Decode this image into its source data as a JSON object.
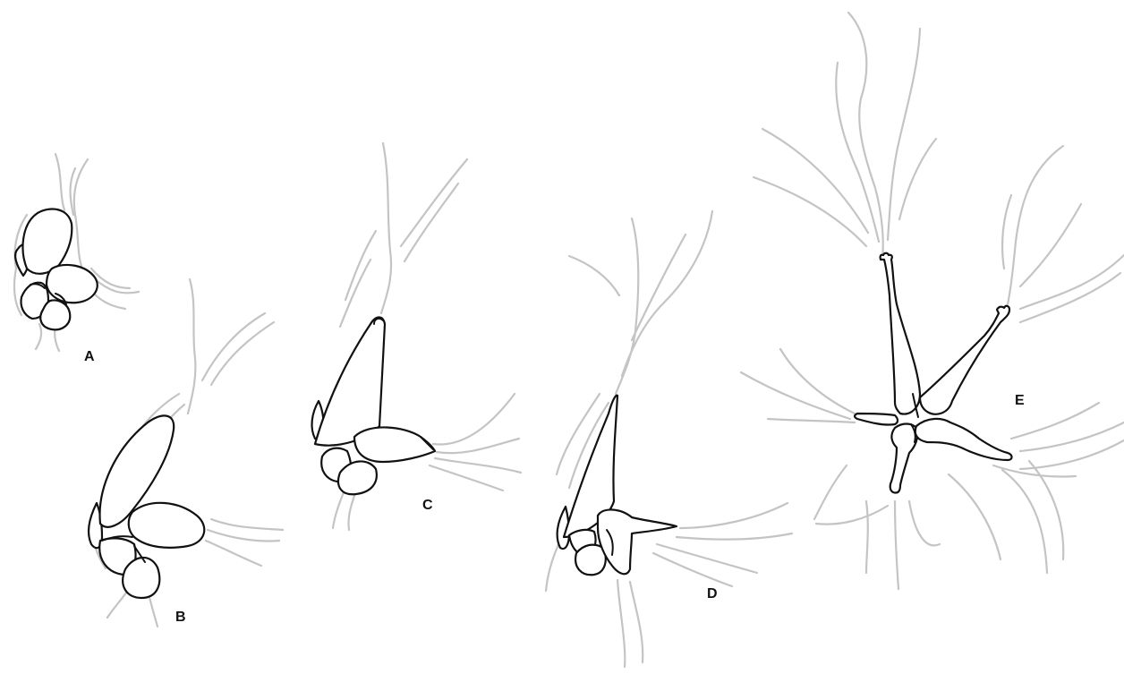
{
  "labels": {
    "a": "A",
    "b": "B",
    "c": "C",
    "d": "D",
    "e": "E"
  },
  "colors": {
    "outline": "#111111",
    "background_lines": "#c4c4c4",
    "background": "#ffffff"
  }
}
